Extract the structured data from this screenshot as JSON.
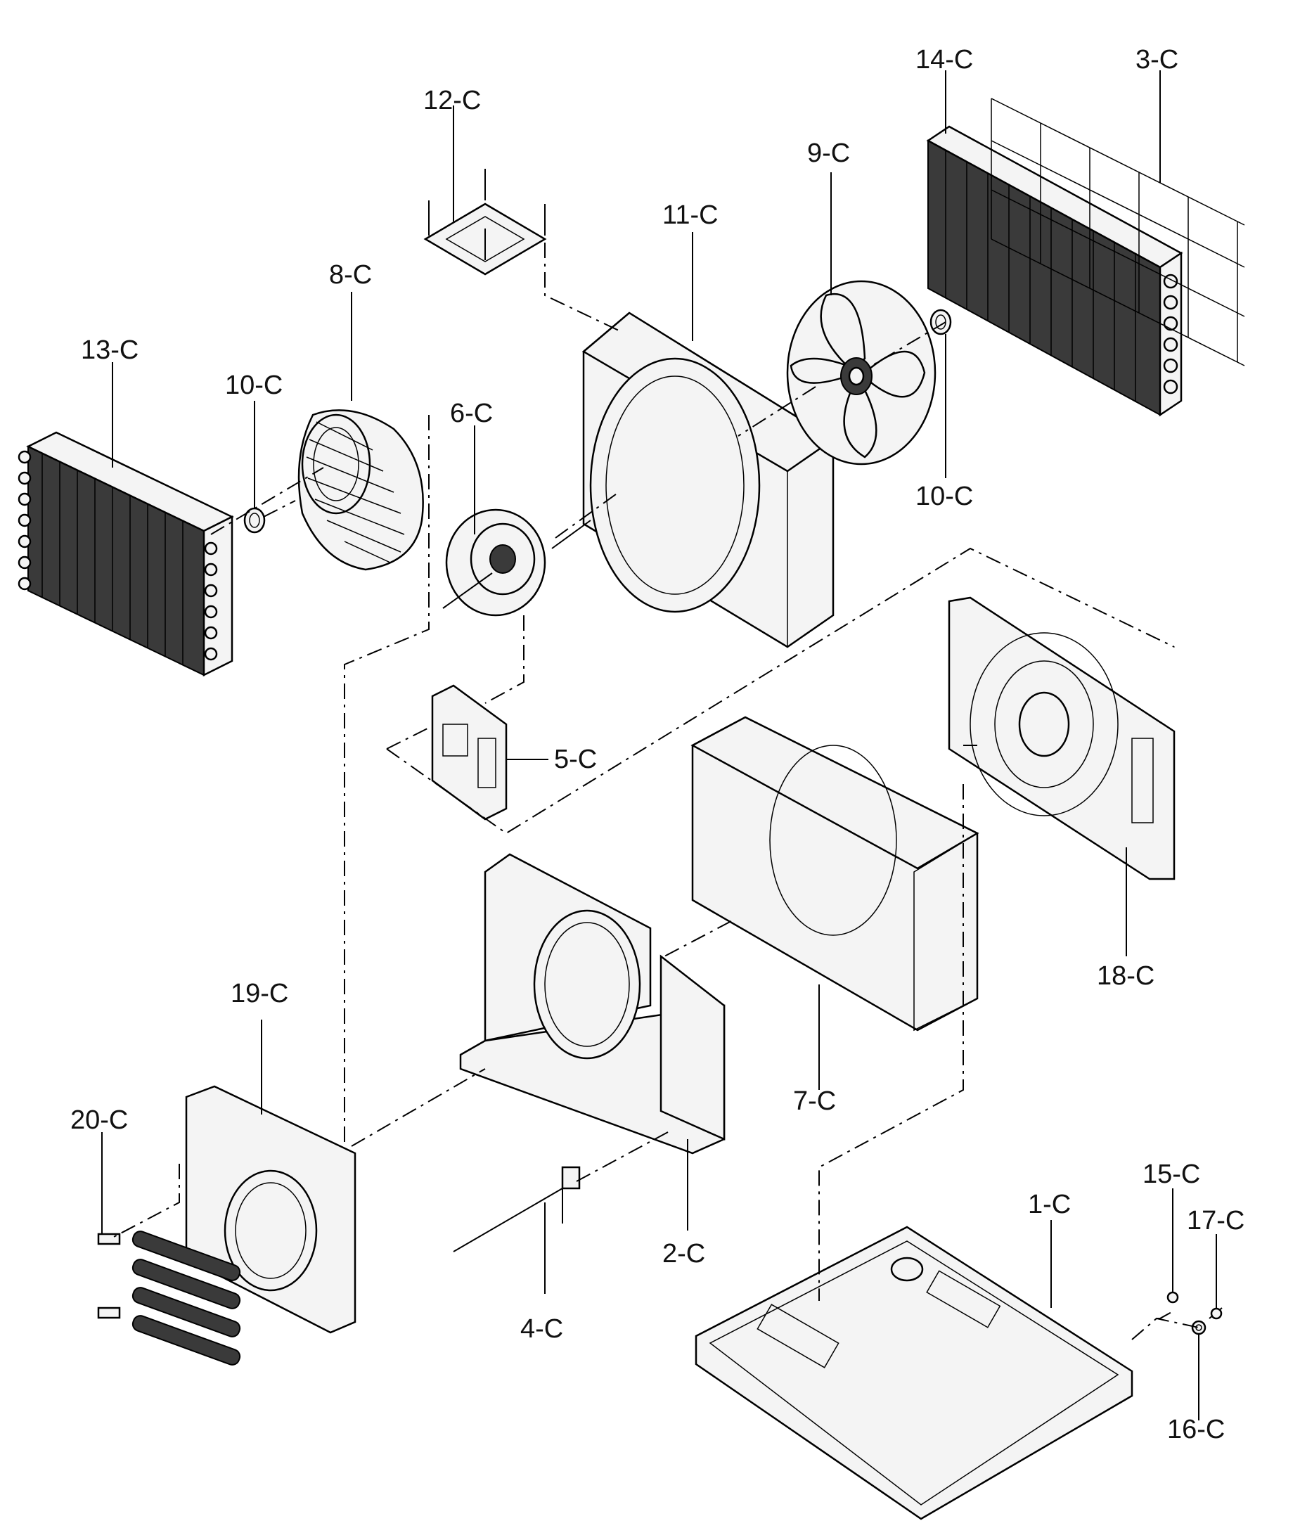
{
  "diagram": {
    "labels": {
      "p14": "14-C",
      "p3": "3-C",
      "p12": "12-C",
      "p9": "9-C",
      "p11": "11-C",
      "p8": "8-C",
      "p13": "13-C",
      "p10a": "10-C",
      "p6": "6-C",
      "p10b": "10-C",
      "p5": "5-C",
      "p18": "18-C",
      "p19": "19-C",
      "p7": "7-C",
      "p20": "20-C",
      "p15": "15-C",
      "p1": "1-C",
      "p17": "17-C",
      "p2": "2-C",
      "p4": "4-C",
      "p16": "16-C"
    }
  }
}
